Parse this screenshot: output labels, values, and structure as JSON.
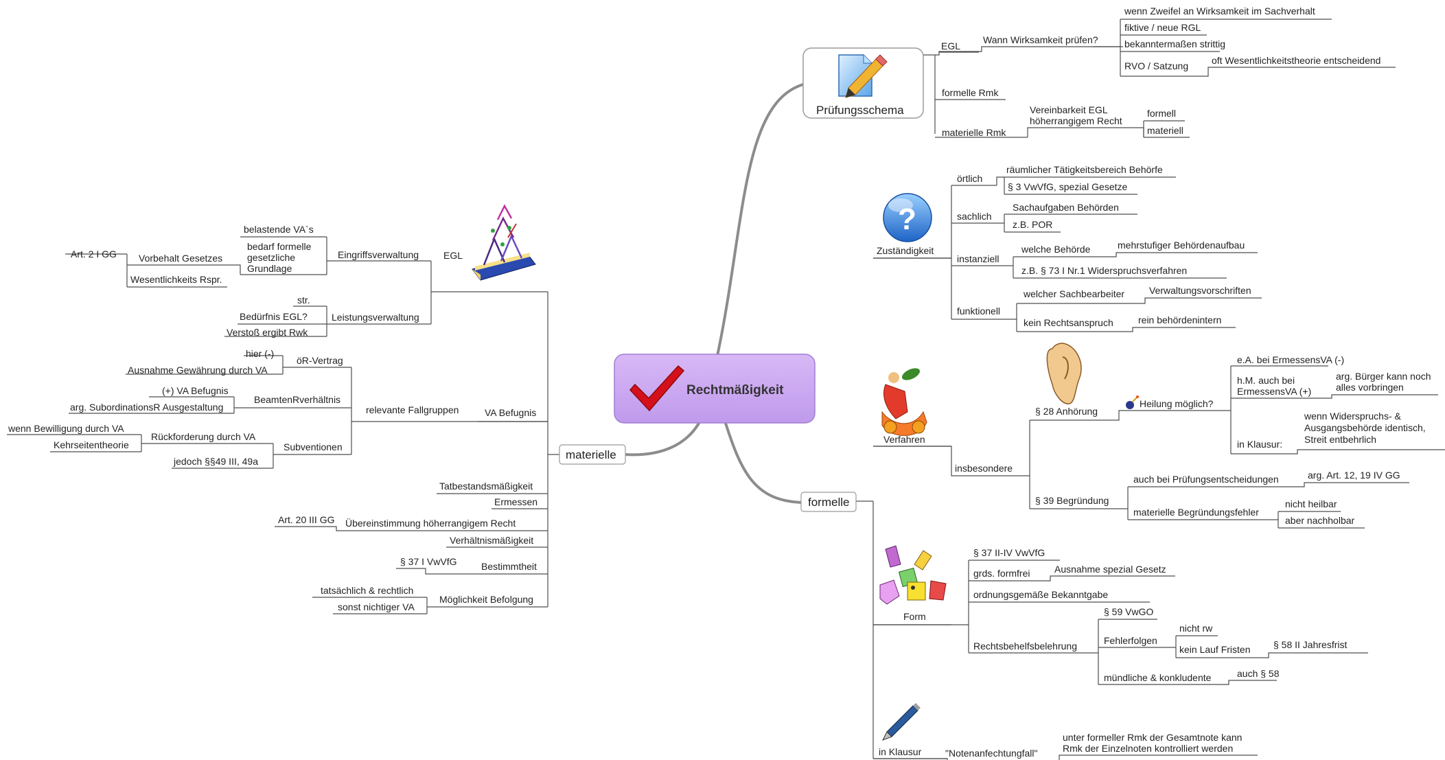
{
  "title": "Rechtmäßigkeit",
  "branches": {
    "pruefungsschema": {
      "label": "Prüfungsschema",
      "icon": "document-pencil-icon",
      "egl": "EGL",
      "wann": "Wann Wirksamkeit prüfen?",
      "wann_items": [
        "wenn Zweifel an Wirksamkeit im Sachverhalt",
        "fiktive / neue RGL",
        "bekanntermaßen strittig",
        "RVO / Satzung"
      ],
      "rvo_detail": "oft Wesentlichkeitstheorie entscheidend",
      "formelle_rmk": "formelle Rmk",
      "materielle_rmk": "materielle Rmk",
      "vereinbarkeit": [
        "Vereinbarkeit EGL",
        "höherrangigem Recht"
      ],
      "vereinbarkeit_items": [
        "formell",
        "materiell"
      ]
    },
    "formelle": {
      "label": "formelle",
      "zustaendigkeit": {
        "label": "Zuständigkeit",
        "icon": "question-icon",
        "oertlich": "örtlich",
        "oertlich_items": [
          "räumlicher Tätigkeitsbereich Behörfe",
          "§ 3 VwVfG, spezial Gesetze"
        ],
        "sachlich": "sachlich",
        "sachlich_items": [
          "Sachaufgaben Behörden",
          "z.B. POR"
        ],
        "instanziell": "instanziell",
        "instanziell_items": [
          "welche Behörde",
          "z.B. § 73 I Nr.1 Widerspruchsverfahren"
        ],
        "mehrstufig": "mehrstufiger Behördenaufbau",
        "funktionell": "funktionell",
        "funktionell_items": [
          "welcher Sachbearbeiter",
          "kein Rechtsanspruch"
        ],
        "verwaltungsvorschriften": "Verwaltungsvorschriften",
        "rein_intern": "rein behördenintern"
      },
      "verfahren": {
        "label": "Verfahren",
        "icon": "runner-icon",
        "insbesondere": "insbesondere",
        "anhoerung": "§ 28 Anhörung",
        "anhoerung_icon": "ear-icon",
        "heilung": "Heilung möglich?",
        "heilung_icon": "bomb-icon",
        "ea": "e.A. bei ErmessensVA (-)",
        "hm": [
          "h.M. auch bei",
          "ErmessensVA (+)"
        ],
        "arg_buerger": [
          "arg. Bürger kann noch",
          "alles vorbringen"
        ],
        "klausur": "in Klausur:",
        "widerspruch": [
          "wenn Widerspruchs- &",
          "Ausgangsbehörde identisch,",
          "Streit entbehrlich"
        ],
        "begruendung": "§ 39 Begründung",
        "pruefungsentscheidungen": "auch bei Prüfungsentscheidungen",
        "arg_art12": "arg. Art. 12, 19 IV GG",
        "begruendungsfehler": "materielle Begründungsfehler",
        "fehler_items": [
          "nicht heilbar",
          "aber nachholbar"
        ]
      },
      "form": {
        "label": "Form",
        "icon": "shapes-icon",
        "vwvfg": "§ 37 II-IV VwVfG",
        "formfrei": "grds. formfrei",
        "ausnahme": "Ausnahme spezial Gesetz",
        "bekanntgabe": "ordnungsgemäße Bekanntgabe",
        "rbl": "Rechtsbehelfsbelehrung",
        "vwgo": "§ 59 VwGO",
        "fehlerfolgen": "Fehlerfolgen",
        "fehlerfolgen_items": [
          "nicht rw",
          "kein Lauf Fristen"
        ],
        "jahresfrist": "§ 58 II Jahresfrist",
        "muendlich": "mündliche & konkludente",
        "auch58": "auch § 58"
      },
      "klausur": {
        "label": "in Klausur",
        "icon": "fountain-pen-icon",
        "notenanfechtung": "\"Notenanfechtungfall\"",
        "detail": [
          "unter formeller Rmk der Gesamtnote kann",
          "Rmk der Einzelnoten kontrolliert werden"
        ]
      }
    },
    "materielle": {
      "label": "materielle",
      "egl": {
        "label": "EGL",
        "icon": "card-house-book-icon",
        "eingriff": "Eingriffsverwaltung",
        "belastende": "belastende VA`s",
        "bedarf": [
          "bedarf formelle",
          "gesetzliche",
          "Grundlage"
        ],
        "vorbehalt": "Vorbehalt Gesetzes",
        "art2": "Art. 2 I GG",
        "wesentlichkeit": "Wesentlichkeits Rspr.",
        "leistung": "Leistungsverwaltung",
        "str": "str.",
        "beduerfnis": "Bedürfnis EGL?",
        "verstoss": "Verstoß ergibt Rwk"
      },
      "va": {
        "label": "VA Befugnis",
        "fallgruppen": "relevante Fallgruppen",
        "oer": "öR-Vertrag",
        "hier": "hier (-)",
        "ausnahme_va": "Ausnahme Gewährung durch VA",
        "beamten": "BeamtenRverhältnis",
        "va_befugnis": "(+) VA Befugnis",
        "subordination": "arg. SubordinationsR Ausgestaltung",
        "subventionen": "Subventionen",
        "rueckforderung": "Rückforderung durch VA",
        "bewilligung": "wenn Bewilligung durch VA",
        "kehrseiten": "Kehrseitentheorie",
        "jedoch": "jedoch §§49 III, 49a"
      },
      "items": [
        "Tatbestandsmäßigkeit",
        "Ermessen",
        "Übereinstimmung höherrangigem Recht",
        "Verhältnismäßigkeit",
        "Bestimmtheit",
        "Möglichkeit Befolgung"
      ],
      "art20": "Art. 20 III GG",
      "vwvfg37": "§ 37 I VwVfG",
      "befolgung_items": [
        "tatsächlich & rechtlich",
        "sonst nichtiger VA"
      ]
    }
  },
  "root_icon": "checkmark-icon",
  "colors": {
    "root_fill": "#c9a4f0",
    "root_stroke": "#a07fd0",
    "main_branch": "#8c8c8c",
    "line": "#4d4d4d",
    "check_red": "#d4111a"
  }
}
